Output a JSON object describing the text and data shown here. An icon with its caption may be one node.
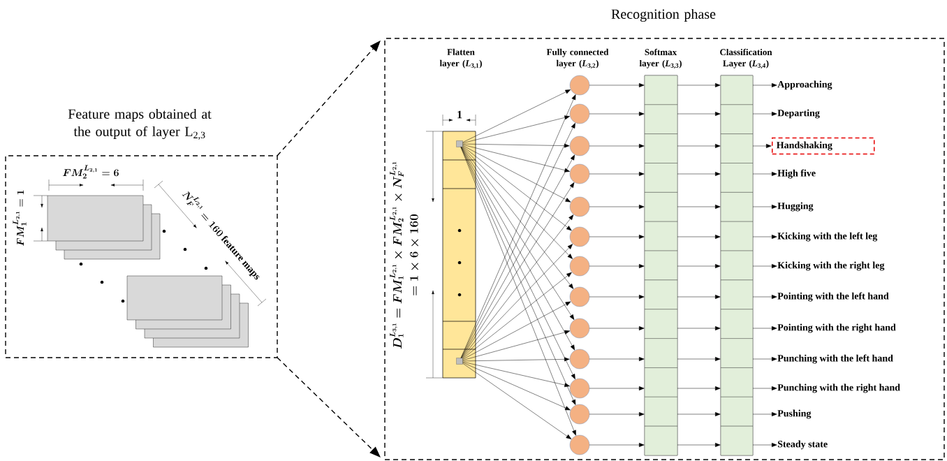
{
  "diagram": {
    "nodes": [
      {
        "text": [
          "Feature maps obtained at the output of layer L$_{2,3}$"
        ]
      },
      {
        "text": [
          "Recognition phase"
        ]
      },
      {
        "text": [],
        "shape": "box",
        "in": 1
      },
      {
        "text": [],
        "shape": "box",
        "in": 2
      },
      {
        "text": [],
        "shape": "box",
        "in": 2
      },
      {
        "text": [],
        "shape": "circle",
        "in": 1
      },
      {
        "text": [],
        "shape": "circle",
        "in": 1
      },
      {
        "text": [],
        "shape": "circle",
        "in": 1
      },
      {
        "text": [],
        "shape": "circle",
        "in": 1
      },
      {
        "text": [],
        "shape": "circle",
        "in": 1
      },
      {
        "text": [],
        "shape": "circle",
        "in": 1
      },
      {
        "text": [],
        "shape": "circle",
        "in": 1
      },
      {
        "text": [],
        "shape": "circle",
        "in": 1
      },
      {
        "text": [],
        "shape": "circle",
        "in": 1
      },
      {
        "text": [],
        "shape": "circle",
        "in": 1
      },
      {
        "text": [],
        "shape": "circle",
        "in": 1
      },
      {
        "text": [],
        "shape": "circle",
        "in": 1
      },
      {
        "text": [],
        "shape": "circle",
        "in": 1
      },
      {
        "text": [
          "Softmax layer (*L*$_{3,3}$)"
        ],
        "in": 1
      },
      {
        "text": [],
        "shape": "box",
        "in": 18
      },
      {
        "text": [],
        "shape": "box",
        "in": 18
      },
      {
        "text": [],
        "shape": "box",
        "in": 18
      },
      {
        "text": [],
        "shape": "box",
        "in": 18
      },
      {
        "text": [],
        "shape": "box",
        "in": 18
      },
      {
        "text": [],
        "shape": "box",
        "in": 18
      },
      {
        "text": [],
        "shape": "box",
        "in": 18
      },
      {
        "text": [],
        "shape": "box",
        "in": 18
      },
      {
        "text": [],
        "shape": "box",
        "in": 18
      },
      {
        "text": [],
        "shape": "box",
        "in": 18
      },
      {
        "text": [],
        "shape": "box",
        "in": 18
      },
      {
        "text": [],
        "shape": "box",
        "in": 18
      },
      {
        "text": [],
        "shape": "box",
        "in": 18
      },
      {
        "text": [
          "Classification Layer (*L*$_{3,4}$)"
        ],
        "in": 1
      },
      {
        "text": [],
        "shape": "box",
        "in": 32
      },
      {
        "text": [],
        "shape": "box",
        "in": 32
      },
      {
        "text": [],
        "shape": "box",
        "in": 32
      },
      {
        "text": [],
        "shape": "box",
        "in": 32
      },
      {
        "text": [],
        "shape": "box",
        "in": 32
      },
      {
        "text": [],
        "shape": "box",
        "in": 32
      },
      {
        "text": [],
        "shape": "box",
        "in": 32
      },
      {
        "text": [],
        "shape": "box",
        "in": 32
      },
      {
        "text": [],
        "shape": "box",
        "in": 32
      },
      {
        "text": [],
        "shape": "box",
        "in": 32
      },
      {
        "text": [],
        "shape": "box",
        "in": 32
      },
      {
        "text": [],
        "shape": "box",
        "in": 32
      },
      {
        "text": [],
        "shape": "box",
        "in": 32
      },
      {
        "text": [
          "Approaching"
        ],
        "in": 1
      },
      {
        "text": [
          "Departing"
        ],
        "in": 1
      },
      {
        "text": [
          "Handshaking"
        ],
        "in": 1
      },
      {
        "text": [
          "High five"
        ],
        "in": 1
      },
      {
        "text": [
          "Hugging"
        ],
        "in": 1
      },
      {
        "text": [
          "Kicking with the left leg"
        ],
        "in": 1
      },
      {
        "text": [
          "Kicking with the right leg"
        ],
        "in": 1
      },
      {
        "text": [
          "Pointing with the left hand"
        ],
        "in": 1
      },
      {
        "text": [
          "Pointing with the right hand"
        ],
        "in": 1
      },
      {
        "text": [
          "Punching with the left hand"
        ],
        "in": 1
      },
      {
        "text": [
          "Punching with the right hand"
        ],
        "in": 1
      },
      {
        "text": [
          "Pushing"
        ],
        "in": 1
      },
      {
        "text": [
          "Steady state"
        ],
        "in": 1
      }
    ],
    "edges": [
      {
        "from": 0,
        "to": 1,
        "arrow": "to",
        "style": "dashed"
      },
      {
        "from": 0,
        "to": 1,
        "arrow": "to",
        "style": "dashed"
      },
      {
        "from": 3,
        "to": 5,
        "arrow": "to"
      },
      {
        "from": 3,
        "to": 6,
        "arrow": "to"
      },
      {
        "from": 3,
        "to": 7,
        "arrow": "to"
      },
      {
        "from": 3,
        "to": 8,
        "arrow": "to"
      },
      {
        "from": 3,
        "to": 9,
        "arrow": "to"
      },
      {
        "from": 3,
        "to": 10,
        "arrow": "to"
      },
      {
        "from": 3,
        "to": 11,
        "arrow": "to"
      },
      {
        "from": 3,
        "to": 12,
        "arrow": "to"
      },
      {
        "from": 3,
        "to": 13,
        "arrow": "to"
      },
      {
        "from": 3,
        "to": 14,
        "arrow": "to"
      },
      {
        "from": 3,
        "to": 15,
        "arrow": "to"
      },
      {
        "from": 3,
        "to": 16,
        "arrow": "to"
      },
      {
        "from": 3,
        "to": 17,
        "arrow": "to"
      },
      {
        "from": 4,
        "to": 5,
        "arrow": "to"
      },
      {
        "from": 4,
        "to": 6,
        "arrow": "to"
      },
      {
        "from": 4,
        "to": 7,
        "arrow": "to"
      },
      {
        "from": 4,
        "to": 8,
        "arrow": "to"
      },
      {
        "from": 4,
        "to": 9,
        "arrow": "to"
      },
      {
        "from": 4,
        "to": 10,
        "arrow": "to"
      },
      {
        "from": 4,
        "to": 11,
        "arrow": "to"
      },
      {
        "from": 4,
        "to": 12,
        "arrow": "to"
      },
      {
        "from": 4,
        "to": 13,
        "arrow": "to"
      },
      {
        "from": 4,
        "to": 14,
        "arrow": "to"
      },
      {
        "from": 4,
        "to": 15,
        "arrow": "to"
      },
      {
        "from": 4,
        "to": 16,
        "arrow": "to"
      },
      {
        "from": 4,
        "to": 17,
        "arrow": "to"
      },
      {
        "from": 5,
        "to": 19,
        "arrow": "to"
      },
      {
        "from": 6,
        "to": 20,
        "arrow": "to"
      },
      {
        "from": 7,
        "to": 21,
        "arrow": "to"
      },
      {
        "from": 8,
        "to": 22,
        "arrow": "to"
      },
      {
        "from": 9,
        "to": 23,
        "arrow": "to"
      },
      {
        "from": 10,
        "to": 24,
        "arrow": "to"
      },
      {
        "from": 11,
        "to": 25,
        "arrow": "to"
      },
      {
        "from": 12,
        "to": 26,
        "arrow": "to"
      },
      {
        "from": 13,
        "to": 27,
        "arrow": "to"
      },
      {
        "from": 14,
        "to": 28,
        "arrow": "to"
      },
      {
        "from": 15,
        "to": 29,
        "arrow": "to"
      },
      {
        "from": 16,
        "to": 30,
        "arrow": "to"
      },
      {
        "from": 17,
        "to": 31,
        "arrow": "to"
      },
      {
        "from": 19,
        "to": 33,
        "arrow": "to"
      },
      {
        "from": 20,
        "to": 34,
        "arrow": "to"
      },
      {
        "from": 21,
        "to": 35,
        "arrow": "to"
      },
      {
        "from": 22,
        "to": 36,
        "arrow": "to"
      },
      {
        "from": 23,
        "to": 37,
        "arrow": "to"
      },
      {
        "from": 24,
        "to": 38,
        "arrow": "to"
      },
      {
        "from": 25,
        "to": 39,
        "arrow": "to"
      },
      {
        "from": 26,
        "to": 40,
        "arrow": "to"
      },
      {
        "from": 27,
        "to": 41,
        "arrow": "to"
      },
      {
        "from": 28,
        "to": 42,
        "arrow": "to"
      },
      {
        "from": 29,
        "to": 43,
        "arrow": "to"
      },
      {
        "from": 30,
        "to": 44,
        "arrow": "to"
      },
      {
        "from": 31,
        "to": 45,
        "arrow": "to"
      },
      {
        "from": 33,
        "to": 46,
        "arrow": "to"
      },
      {
        "from": 34,
        "to": 47,
        "arrow": "to"
      },
      {
        "from": 35,
        "to": 48,
        "arrow": "to"
      },
      {
        "from": 36,
        "to": 49,
        "arrow": "to"
      },
      {
        "from": 37,
        "to": 50,
        "arrow": "to"
      },
      {
        "from": 38,
        "to": 51,
        "arrow": "to"
      },
      {
        "from": 39,
        "to": 52,
        "arrow": "to"
      },
      {
        "from": 40,
        "to": 53,
        "arrow": "to"
      },
      {
        "from": 41,
        "to": 54,
        "arrow": "to"
      },
      {
        "from": 42,
        "to": 55,
        "arrow": "to"
      },
      {
        "from": 43,
        "to": 56,
        "arrow": "to"
      },
      {
        "from": 44,
        "to": 57,
        "arrow": "to"
      },
      {
        "from": 45,
        "to": 58,
        "arrow": "to"
      }
    ],
    "labels": [
      "FM_2^{L_{2,1}} = 6",
      "FM_1^{L_{2,1}} = 1",
      "N_F^{L_{2,1}} = 160 \\mbox{ feature maps}",
      "1",
      "D_1^{L_{3,1}} = FM_1^{L_{2,1}} \\times FM_2^{L_{2,1}} \\times N_F^{L_{2,1}}",
      "= 1 \\times 6 \\times 160",
      "Flatten layer (*L*$_{3,1}$)",
      "Fully connected layer (*L*$_{3,2}$)"
    ]
  }
}
